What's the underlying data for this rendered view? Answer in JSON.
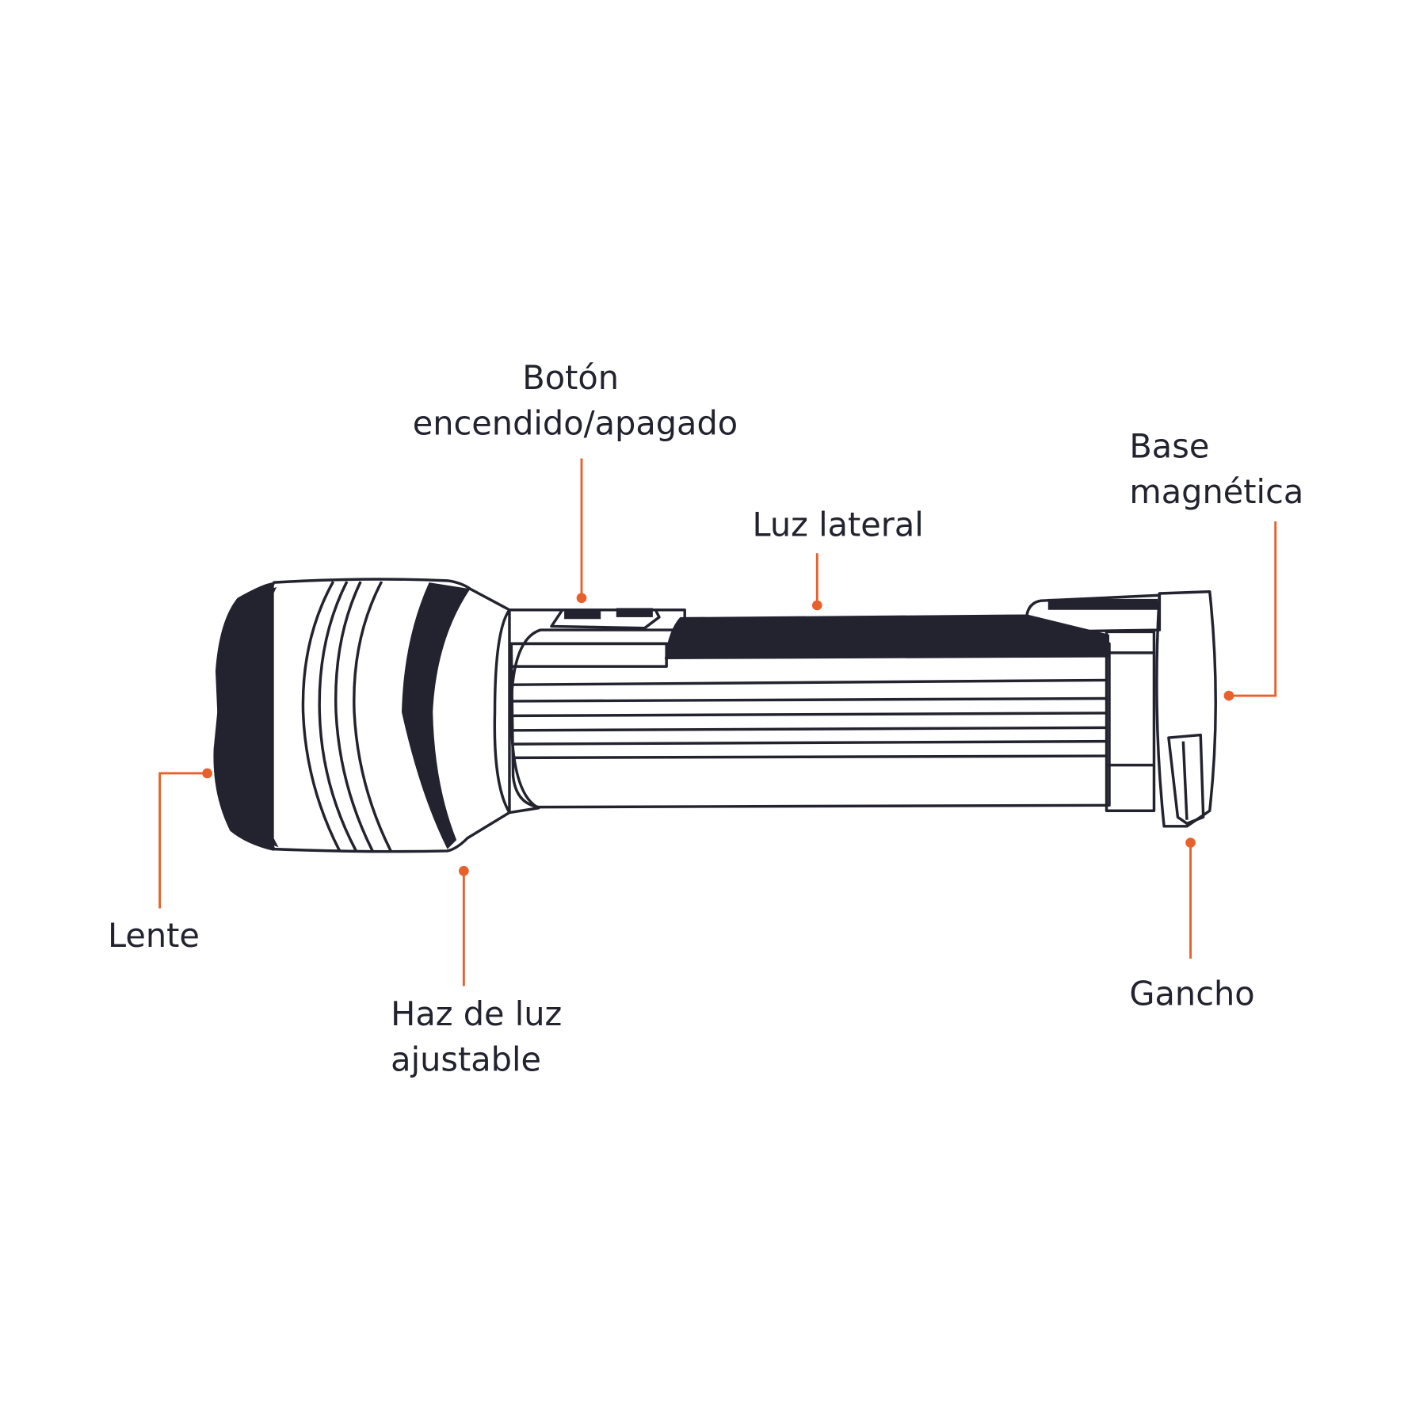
{
  "title": "Flashlight parts diagram",
  "colors": {
    "outline": "#22232e",
    "accent": "#e8602c",
    "background": "#ffffff"
  },
  "labels": {
    "boton_line1": "Botón",
    "boton_line2": "encendido/apagado",
    "luz_lateral": "Luz lateral",
    "base_line1": "Base",
    "base_line2": "magnética",
    "lente": "Lente",
    "haz_line1": "Haz de luz",
    "haz_line2": "ajustable",
    "gancho": "Gancho"
  }
}
